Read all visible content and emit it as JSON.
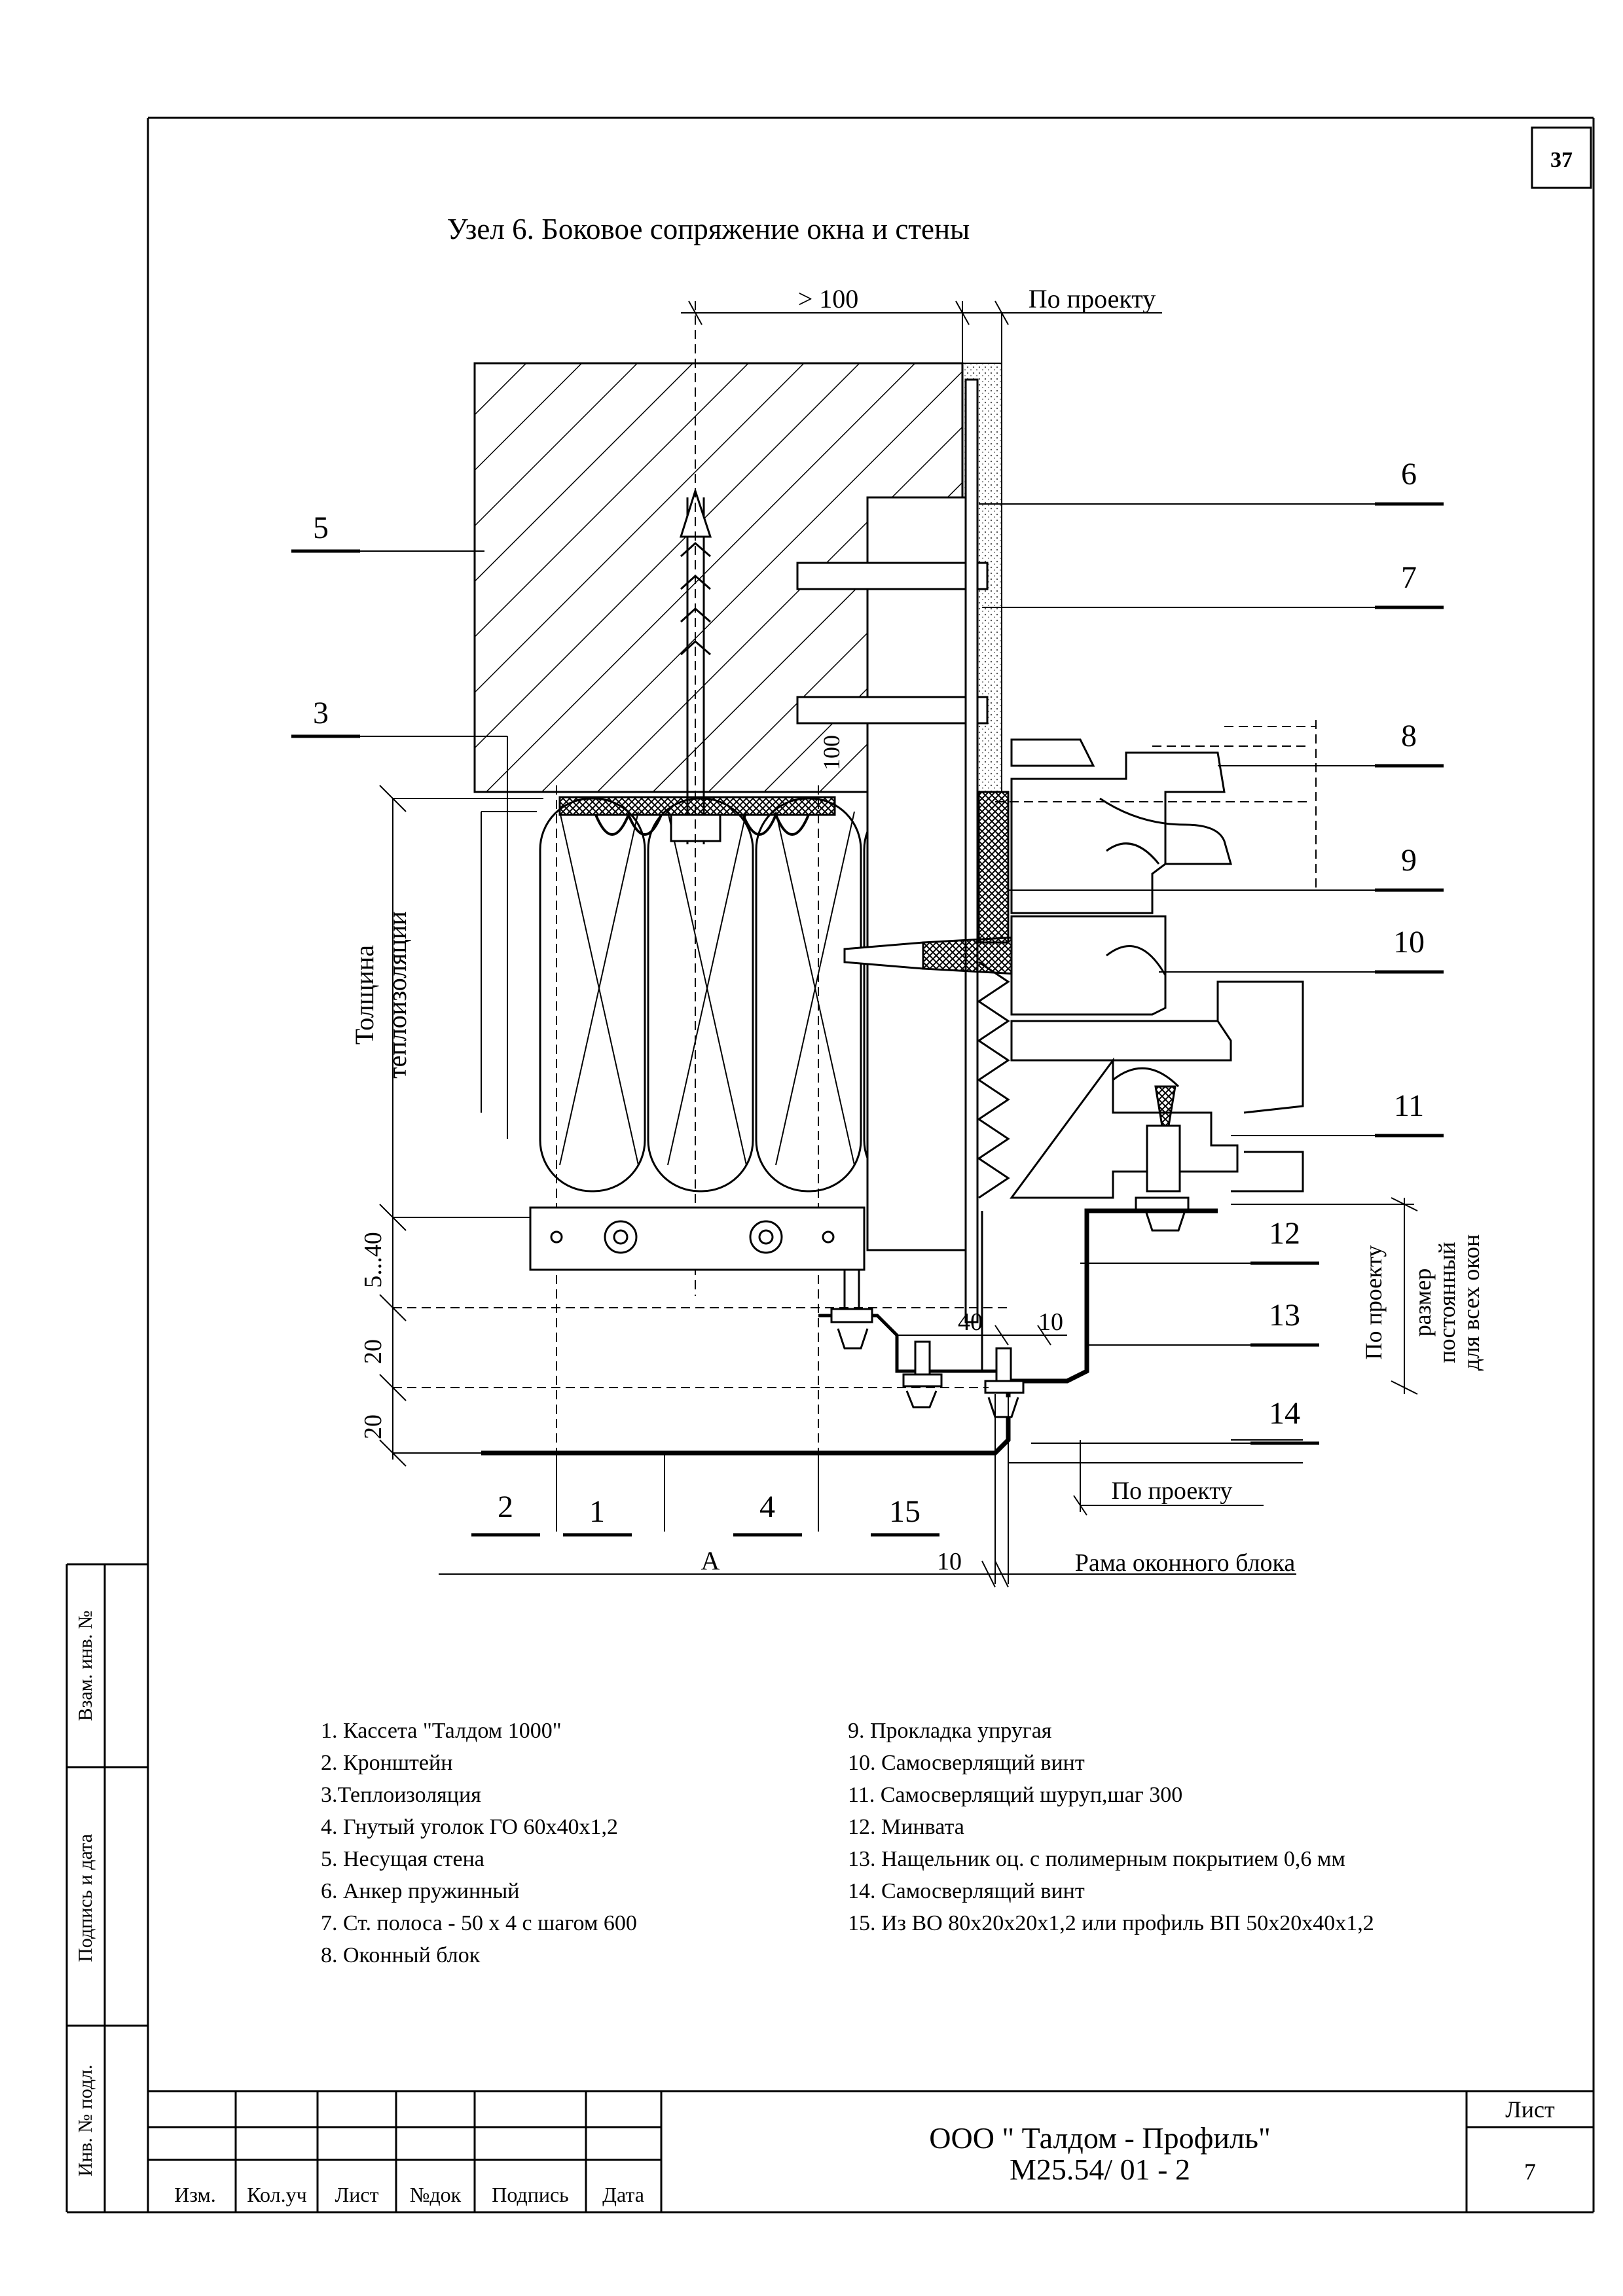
{
  "sheet_number_top": "37",
  "title": "Узел 6. Боковое сопряжение окна и стены",
  "dims": {
    "d_gt100": "> 100",
    "d_top_proj": "По проекту",
    "d_100": "100",
    "d_thickness_1": "Толщина",
    "d_thickness_2": "теплоизоляции",
    "d_5_40": "5...40",
    "d_20a": "20",
    "d_20b": "20",
    "d_40": "40",
    "d_10a": "10",
    "d_10b": "10",
    "d_A": "A",
    "d_bottom_proj": "По проекту",
    "d_frame": "Рама оконного блока",
    "d_right_proj": "По проекту",
    "d_size_1": "размер",
    "d_size_2": "постоянный",
    "d_size_3": "для всех окон"
  },
  "callouts": {
    "c1": "1",
    "c2": "2",
    "c3": "3",
    "c4": "4",
    "c5": "5",
    "c6": "6",
    "c7": "7",
    "c8": "8",
    "c9": "9",
    "c10": "10",
    "c11": "11",
    "c12": "12",
    "c13": "13",
    "c14": "14",
    "c15": "15"
  },
  "legend_left": [
    "1. Кассета \"Талдом 1000\"",
    "2. Кронштейн",
    "3.Теплоизоляция",
    "4. Гнутый уголок ГО 60х40х1,2",
    "5. Несущая стена",
    "6.  Анкер пружинный",
    "7. Ст. полоса  - 50 х 4 с шагом 600",
    "8. Оконный блок"
  ],
  "legend_right": [
    "9. Прокладка упругая",
    "10. Самосверлящий винт",
    "11. Самосверлящий шуруп,шаг 300",
    "12. Минвата",
    "13. Нащельник оц. с полимерным покрытием 0,6 мм",
    "14. Самосверлящий винт",
    "15.  Из ВО 80х20х20х1,2 или профиль  ВП 50х20х40х1,2"
  ],
  "side_stamp": {
    "s1": "Взам. инв. №",
    "s2": "Подпись и дата",
    "s3": "Инв. № подл."
  },
  "title_block": {
    "col_izm": "Изм.",
    "col_kol": "Кол.уч",
    "col_list": "Лист",
    "col_ndok": "№док",
    "col_podpis": "Подпись",
    "col_data": "Дата",
    "company": "ООО \" Талдом - Профиль\"",
    "doc_code": "М25.54/ 01 - 2",
    "sheet_label": "Лист",
    "sheet_value": "7"
  }
}
